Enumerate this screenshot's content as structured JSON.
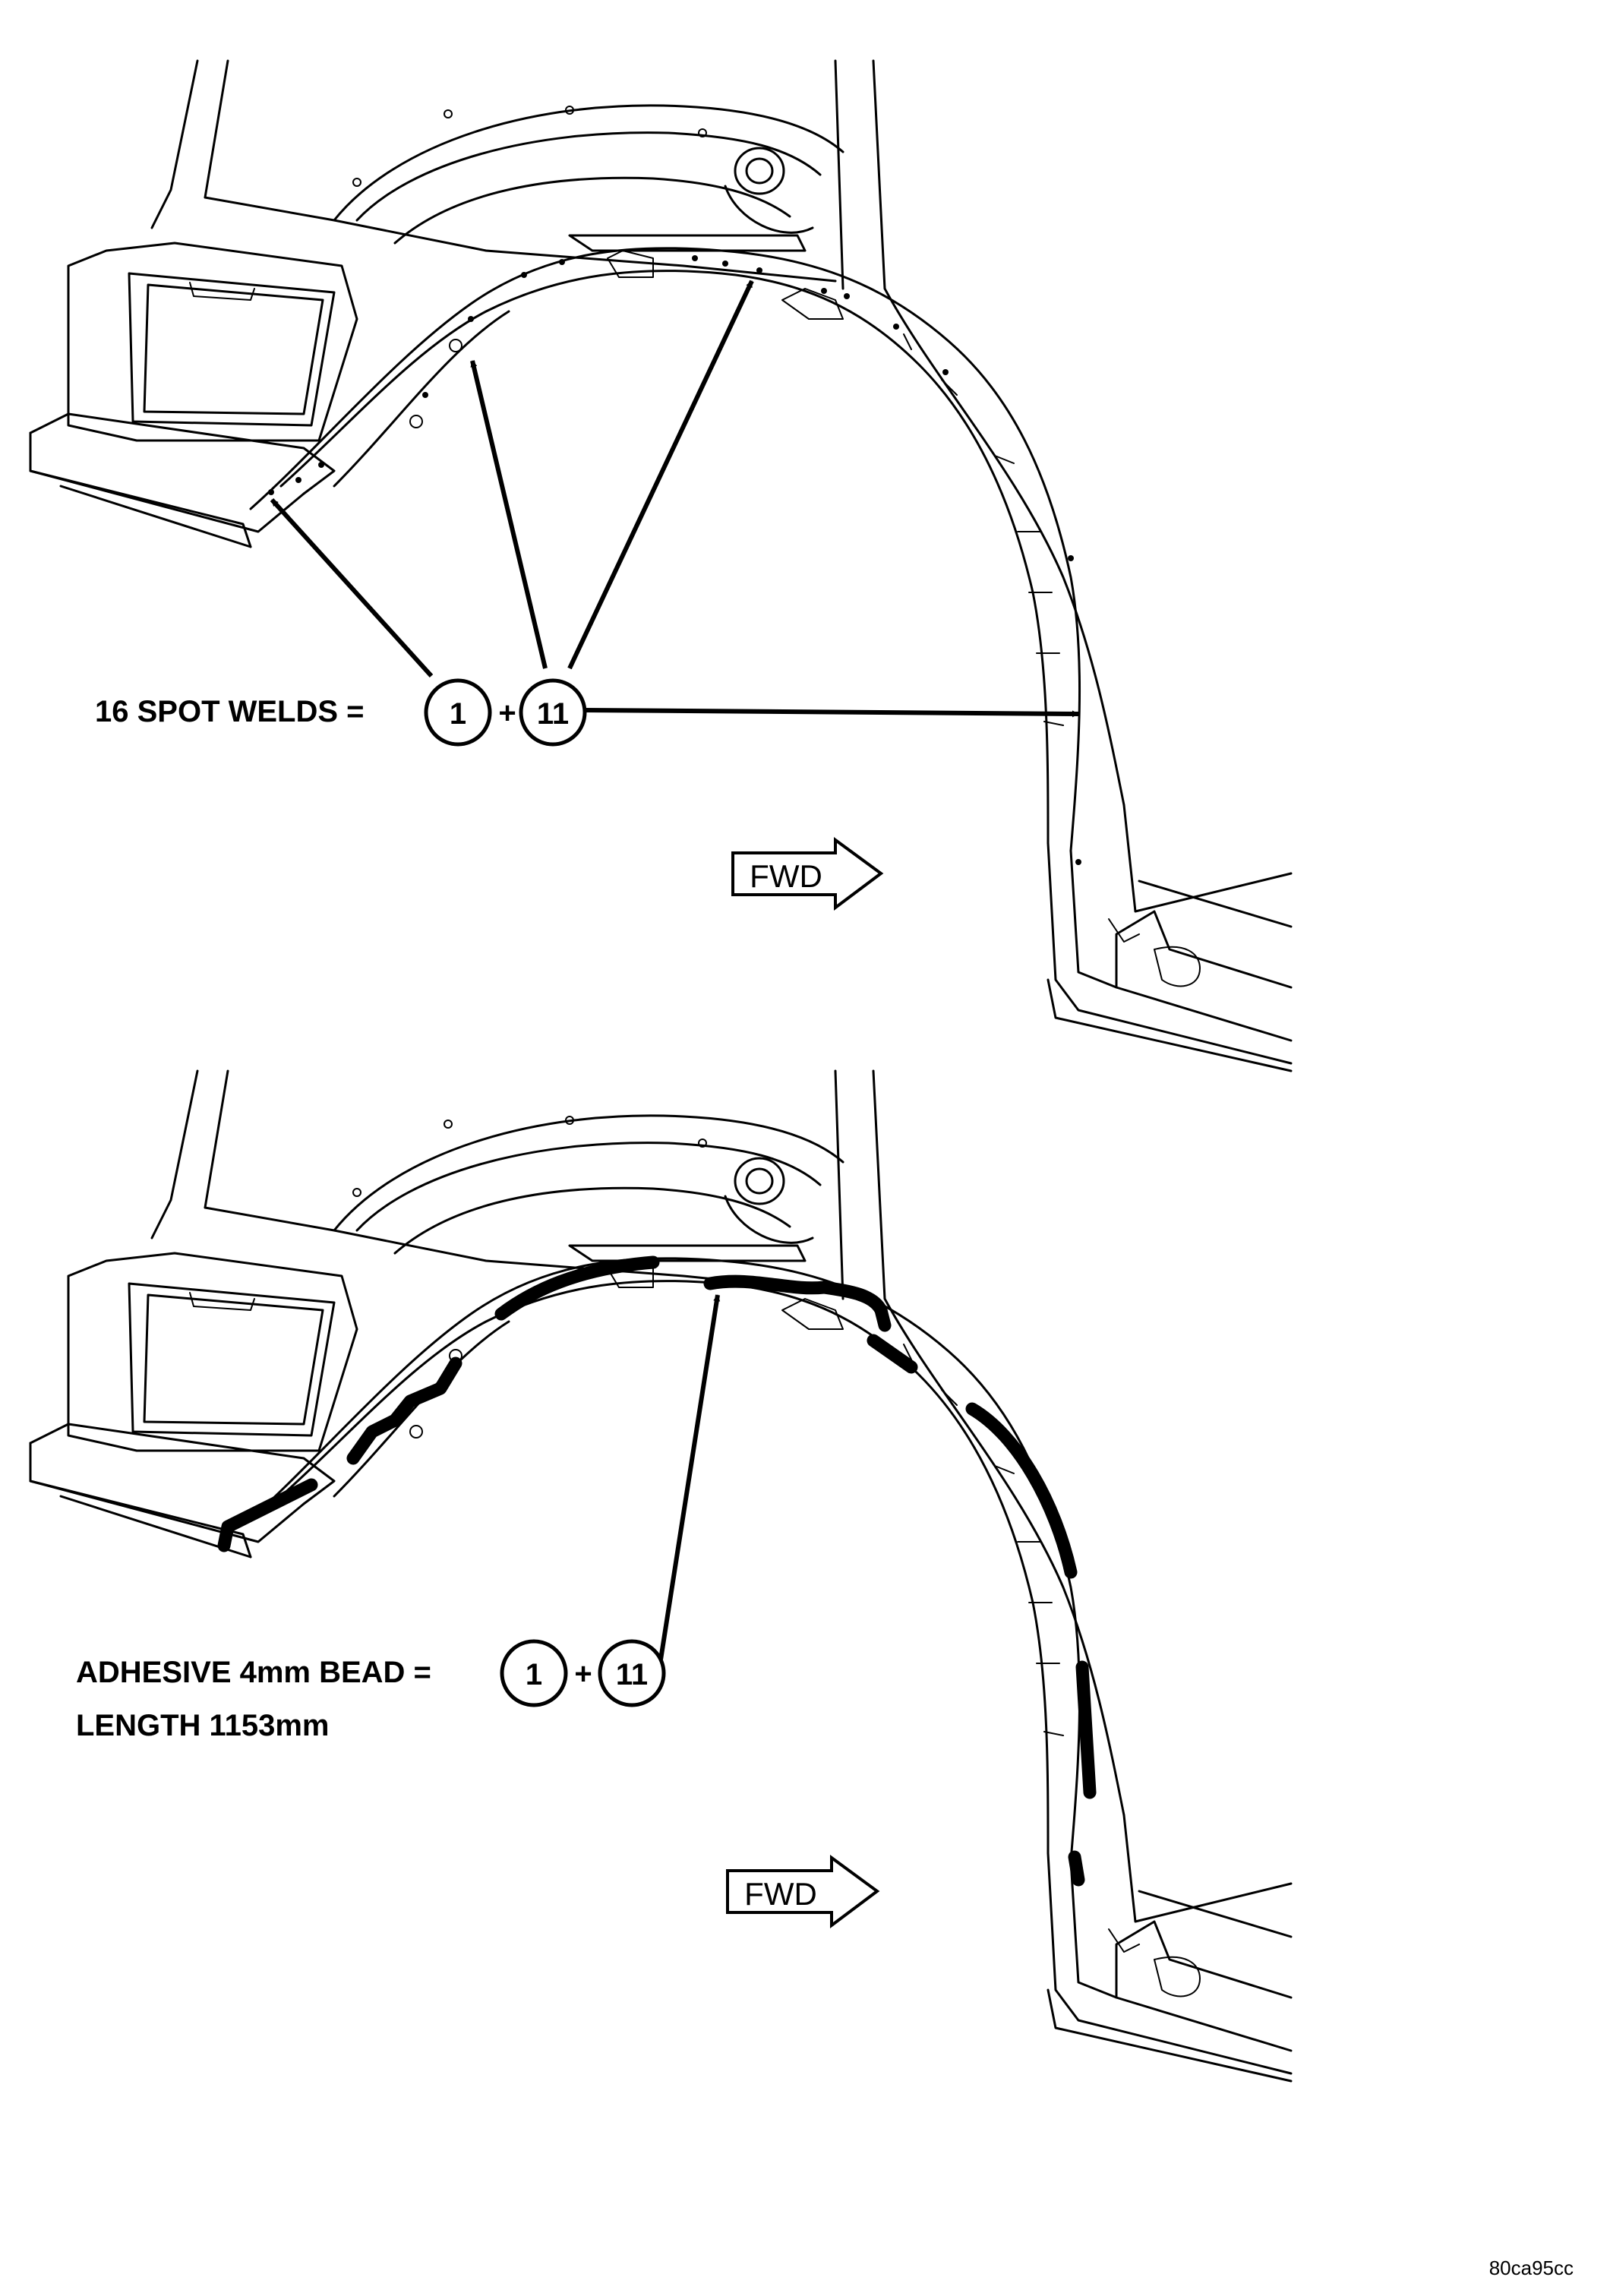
{
  "top_panel": {
    "callout_label": "16 SPOT WELDS =",
    "part_a": "1",
    "plus": "+",
    "part_b": "11",
    "direction_label": "FWD"
  },
  "bottom_panel": {
    "callout_label": "ADHESIVE 4mm BEAD =",
    "part_a": "1",
    "plus": "+",
    "part_b": "11",
    "length_label": "LENGTH 1153mm",
    "direction_label": "FWD"
  },
  "figure_id": "80ca95cc"
}
